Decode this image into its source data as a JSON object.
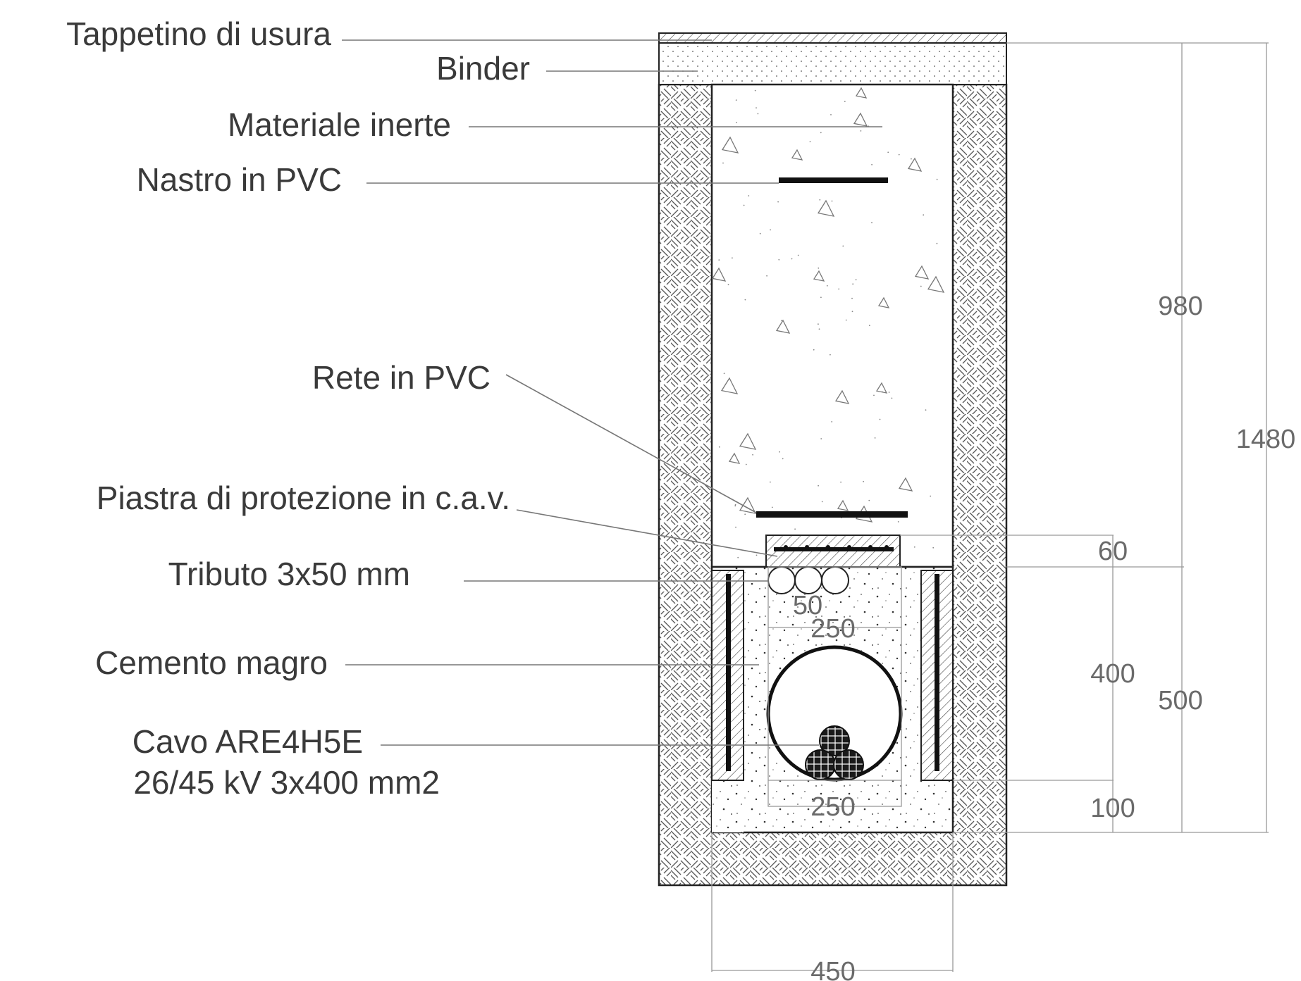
{
  "labels": {
    "tappetino": "Tappetino di usura",
    "binder": "Binder",
    "materiale": "Materiale inerte",
    "nastro": "Nastro in PVC",
    "rete": "Rete in PVC",
    "piastra": "Piastra di protezione in c.a.v.",
    "tributo": "Tributo 3x50 mm",
    "cemento": "Cemento magro",
    "cavo_line1": "Cavo ARE4H5E",
    "cavo_line2": "26/45 kV 3x400 mm2"
  },
  "dimensions": {
    "d980": "980",
    "d1480": "1480",
    "d60": "60",
    "d50": "50",
    "d250_top": "250",
    "d400": "400",
    "d500": "500",
    "d100": "100",
    "d250_bottom": "250",
    "d450": "450"
  }
}
